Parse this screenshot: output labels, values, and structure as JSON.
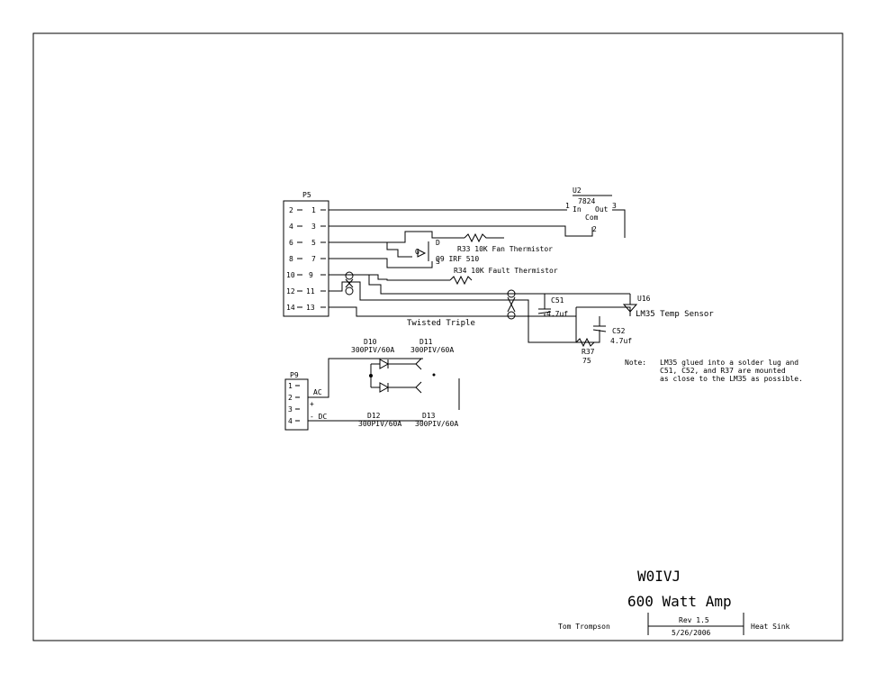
{
  "connector_p5": {
    "ref": "P5",
    "pins_left": [
      "2",
      "4",
      "6",
      "8",
      "10",
      "12",
      "14"
    ],
    "pins_right": [
      "1",
      "3",
      "5",
      "7",
      "9",
      "11",
      "13"
    ]
  },
  "connector_p9": {
    "ref": "P9",
    "pins": [
      "1",
      "2",
      "3",
      "4"
    ],
    "ac_label": "AC",
    "plus_label": "+",
    "dc_label": "- DC"
  },
  "u2": {
    "ref": "U2",
    "part": "7824",
    "in_label": "In",
    "out_label": "Out",
    "com_label": "Com",
    "pin_in": "1",
    "pin_out": "3",
    "pin_com": "2"
  },
  "q9": {
    "label": "Q9 IRF 510",
    "g": "G",
    "d": "D",
    "s": "S"
  },
  "r33": {
    "label": "R33 10K Fan Thermistor"
  },
  "r34": {
    "label": "R34  10K  Fault Thermistor"
  },
  "c51": {
    "ref": "C51",
    "value": "4.7uf"
  },
  "c52": {
    "ref": "C52",
    "value": "4.7uf"
  },
  "u16": {
    "ref": "U16",
    "label": "LM35 Temp Sensor"
  },
  "r37": {
    "ref": "R37",
    "value": "75"
  },
  "twisted_label": "Twisted Triple",
  "diodes": [
    {
      "ref": "D10",
      "rating": "300PIV/60A"
    },
    {
      "ref": "D11",
      "rating": "300PIV/60A"
    },
    {
      "ref": "D12",
      "rating": "300PIV/60A"
    },
    {
      "ref": "D13",
      "rating": "300PIV/60A"
    }
  ],
  "note": {
    "label": "Note:",
    "lines": [
      "LM35 glued into a solder lug and",
      "C51, C52, and R37 are mounted",
      "as close to the LM35 as possible."
    ]
  },
  "title_block": {
    "callsign": "W0IVJ",
    "title": "600 Watt Amp",
    "author": "Tom Trompson",
    "rev": "Rev 1.5",
    "date": "5/26/2006",
    "sheet_name": "Heat Sink"
  }
}
